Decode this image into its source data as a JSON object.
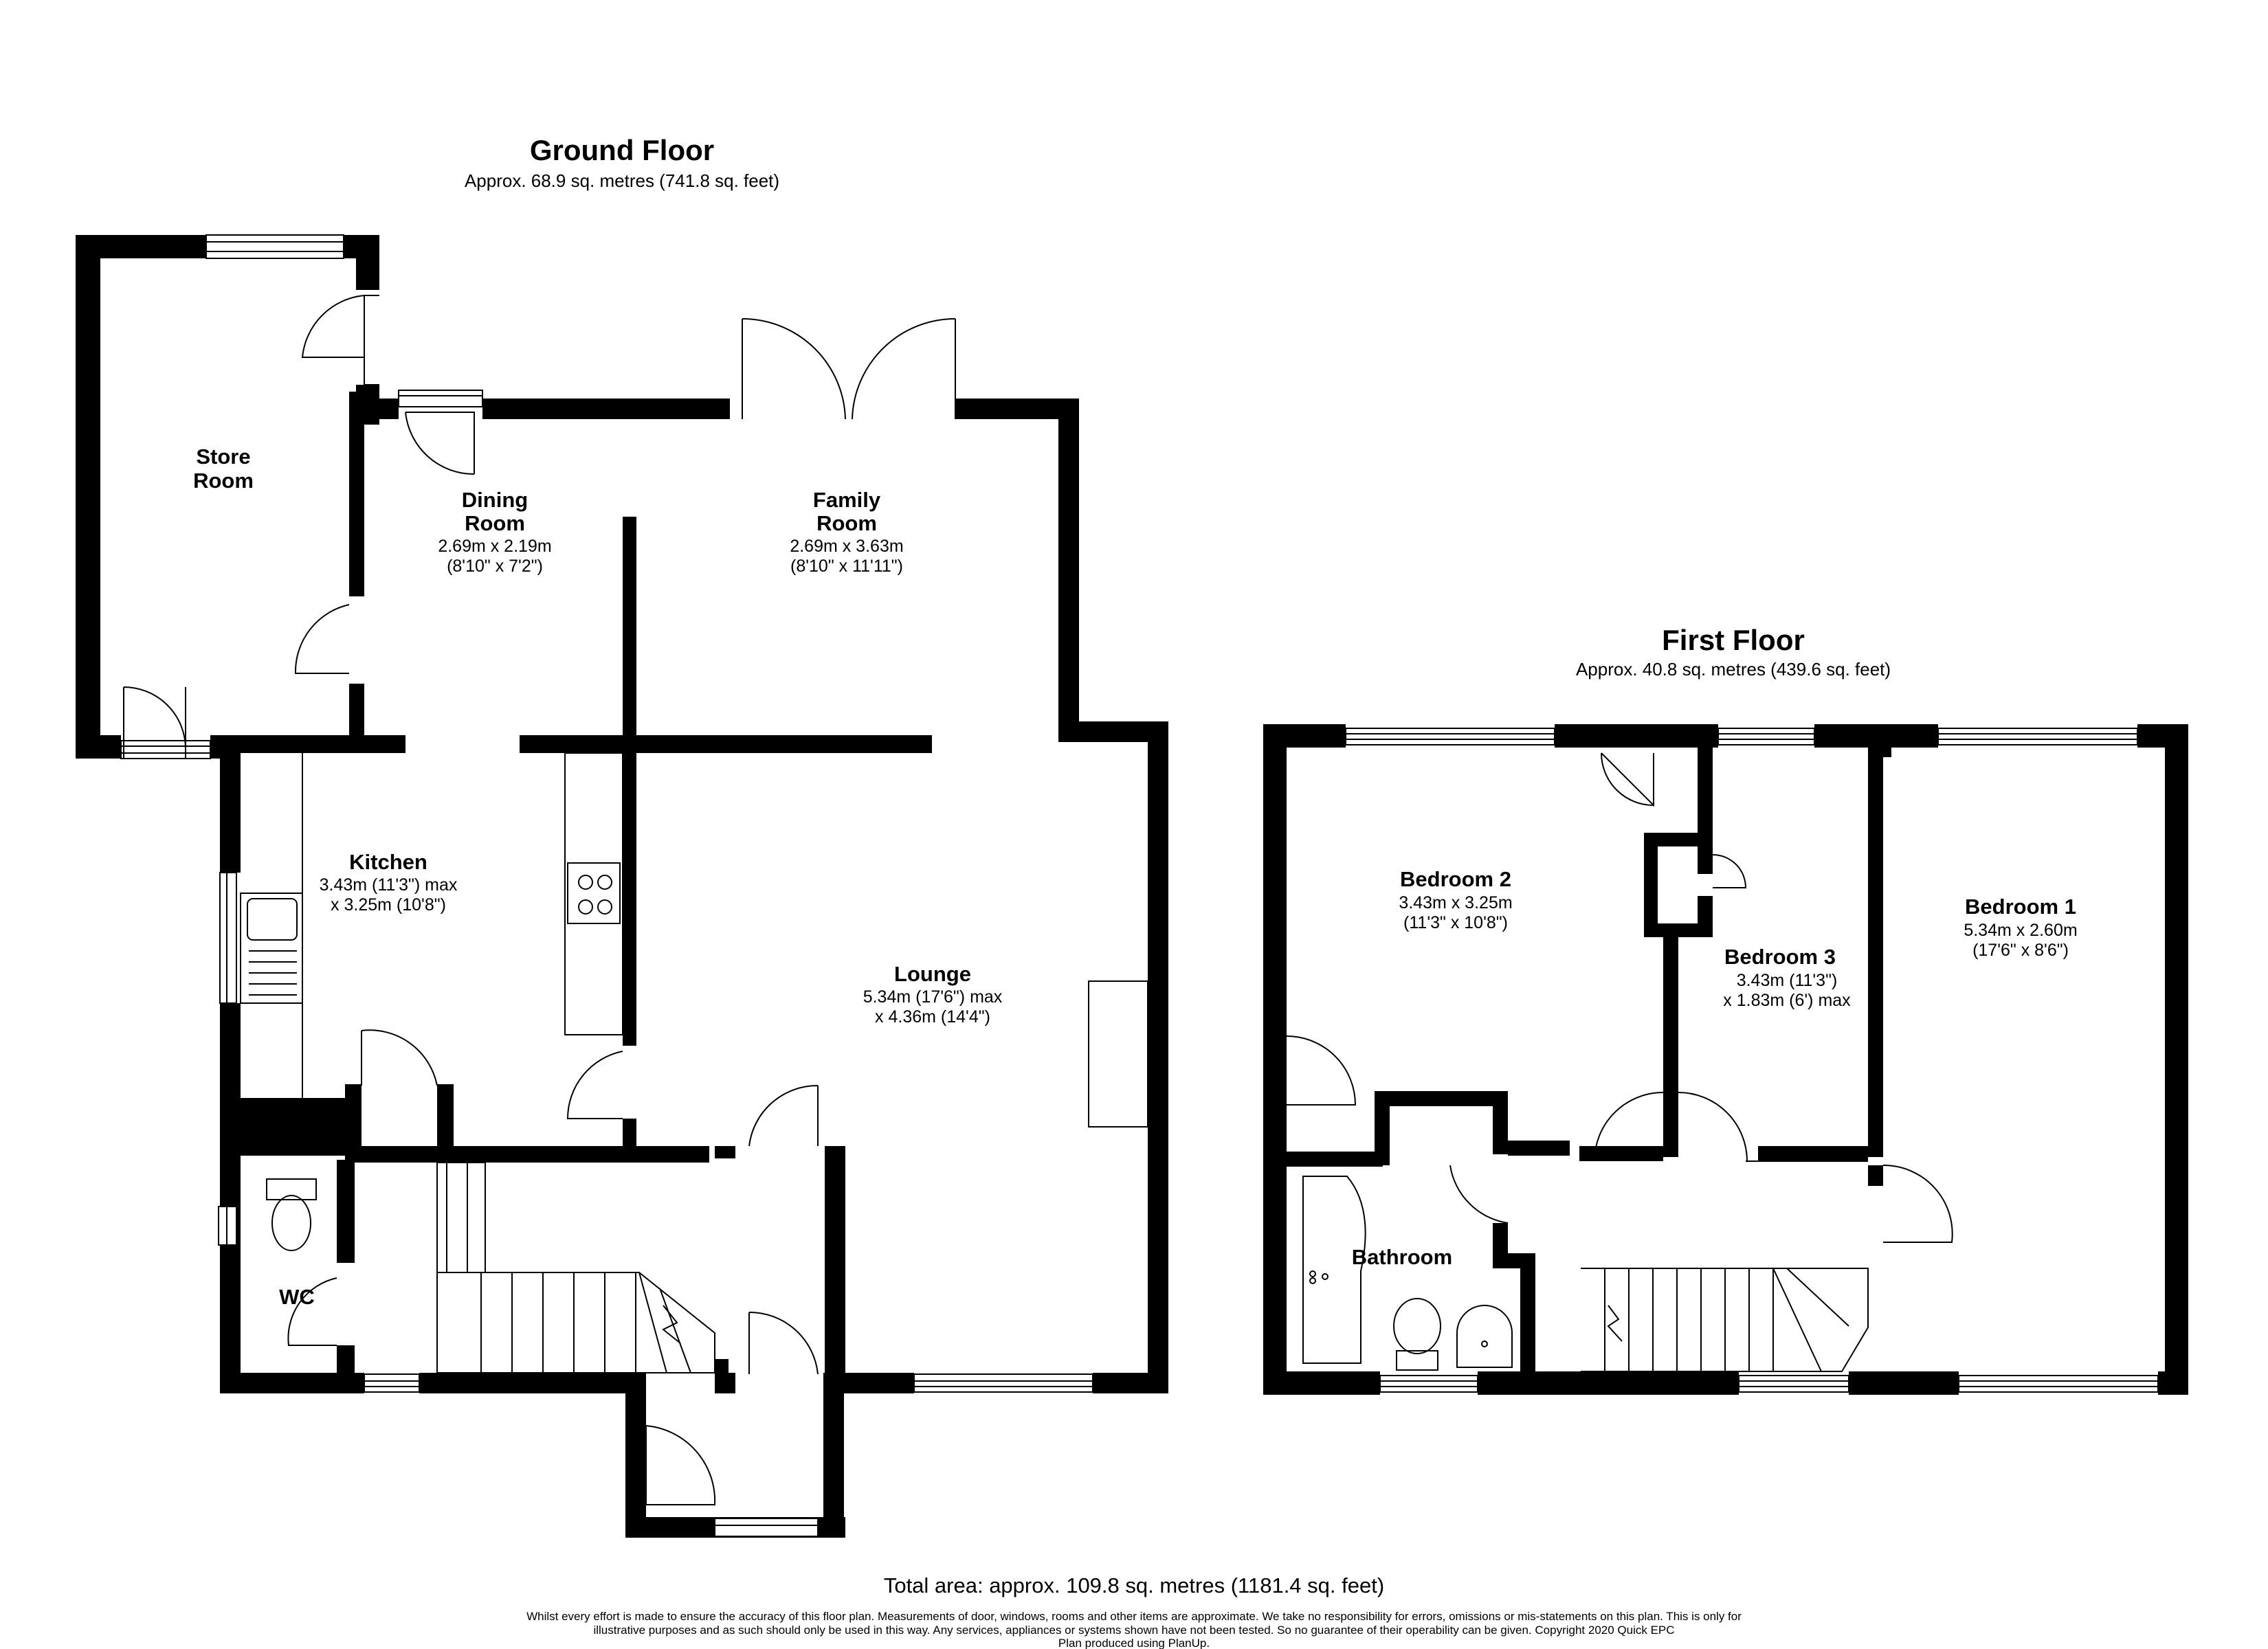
{
  "ground_floor": {
    "title": "Ground Floor",
    "area": "Approx. 68.9 sq. metres (741.8 sq. feet)",
    "rooms": {
      "store": {
        "name_1": "Store",
        "name_2": "Room"
      },
      "dining": {
        "name_1": "Dining",
        "name_2": "Room",
        "dim_1": "2.69m x 2.19m",
        "dim_2": "(8'10\" x 7'2\")"
      },
      "family": {
        "name_1": "Family",
        "name_2": "Room",
        "dim_1": "2.69m x 3.63m",
        "dim_2": "(8'10\" x 11'11\")"
      },
      "kitchen": {
        "name": "Kitchen",
        "dim_1": "3.43m (11'3\") max",
        "dim_2": "x 3.25m (10'8\")"
      },
      "lounge": {
        "name": "Lounge",
        "dim_1": "5.34m (17'6\") max",
        "dim_2": "x 4.36m (14'4\")"
      },
      "wc": {
        "name": "WC"
      }
    }
  },
  "first_floor": {
    "title": "First Floor",
    "area": "Approx. 40.8 sq. metres (439.6 sq. feet)",
    "rooms": {
      "bedroom2": {
        "name": "Bedroom 2",
        "dim_1": "3.43m x 3.25m",
        "dim_2": "(11'3\" x 10'8\")"
      },
      "bedroom3": {
        "name": "Bedroom 3",
        "dim_1": "3.43m (11'3\")",
        "dim_2": "x 1.83m (6') max"
      },
      "bedroom1": {
        "name": "Bedroom 1",
        "dim_1": "5.34m x 2.60m",
        "dim_2": "(17'6\" x 8'6\")"
      },
      "bathroom": {
        "name": "Bathroom"
      }
    }
  },
  "total_area": "Total area: approx. 109.8 sq. metres (1181.4 sq. feet)",
  "disclaimer": {
    "line_1": "Whilst every effort is made to ensure the accuracy of this floor plan. Measurements of door, windows, rooms and other items are approximate. We take no responsibility for errors, omissions or mis-statements on this plan. This is only for",
    "line_2": "illustrative purposes  and as such should only be used in this way. Any services, appliances or systems shown have not been tested. So no guarantee of their operability can be given. Copyright 2020 Quick EPC",
    "line_3": "Plan produced using PlanUp."
  }
}
